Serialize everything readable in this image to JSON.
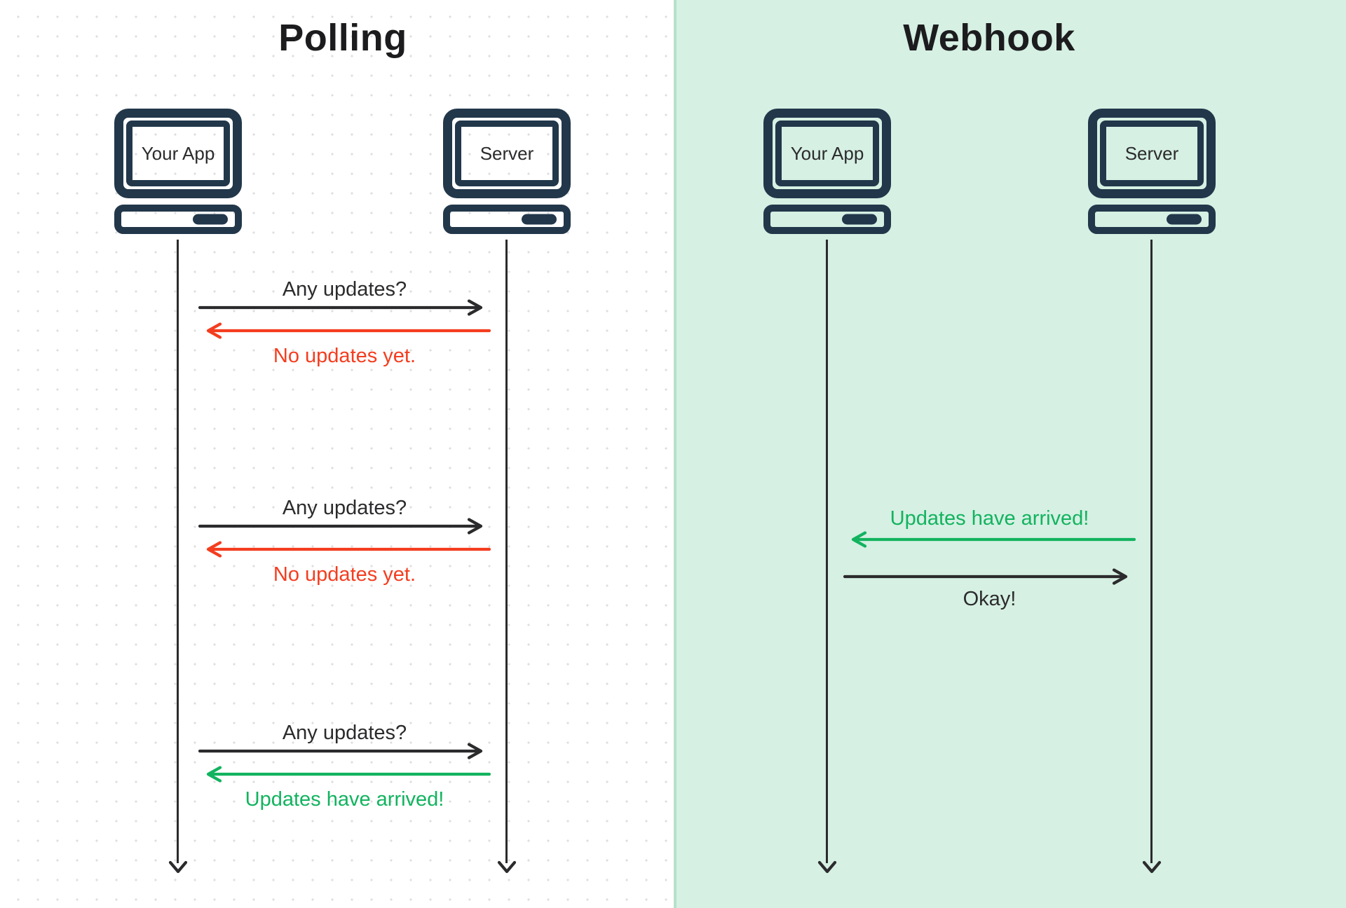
{
  "colors": {
    "navy": "#22374a",
    "ink": "#2b2b2d",
    "title": "#1c1c1e",
    "red": "#f43d1f",
    "green": "#12b35f",
    "panel_green": "#d6f0e3",
    "panel_edge": "#b6e1ca",
    "dot": "#dedede"
  },
  "icons": {
    "actor": "desktop-computer-icon",
    "lifeline_end": "arrow-down-icon",
    "request": "arrow-right-icon",
    "response": "arrow-left-icon"
  },
  "polling": {
    "title": "Polling",
    "actors": {
      "app": "Your App",
      "server": "Server"
    },
    "exchanges": [
      {
        "request": "Any updates?",
        "response": "No updates yet.",
        "response_color": "red"
      },
      {
        "request": "Any updates?",
        "response": "No updates yet.",
        "response_color": "red"
      },
      {
        "request": "Any updates?",
        "response": "Updates have arrived!",
        "response_color": "green"
      }
    ]
  },
  "webhook": {
    "title": "Webhook",
    "actors": {
      "app": "Your App",
      "server": "Server"
    },
    "push": {
      "label": "Updates have arrived!",
      "color": "green"
    },
    "ack": {
      "label": "Okay!",
      "color": "dark"
    }
  }
}
